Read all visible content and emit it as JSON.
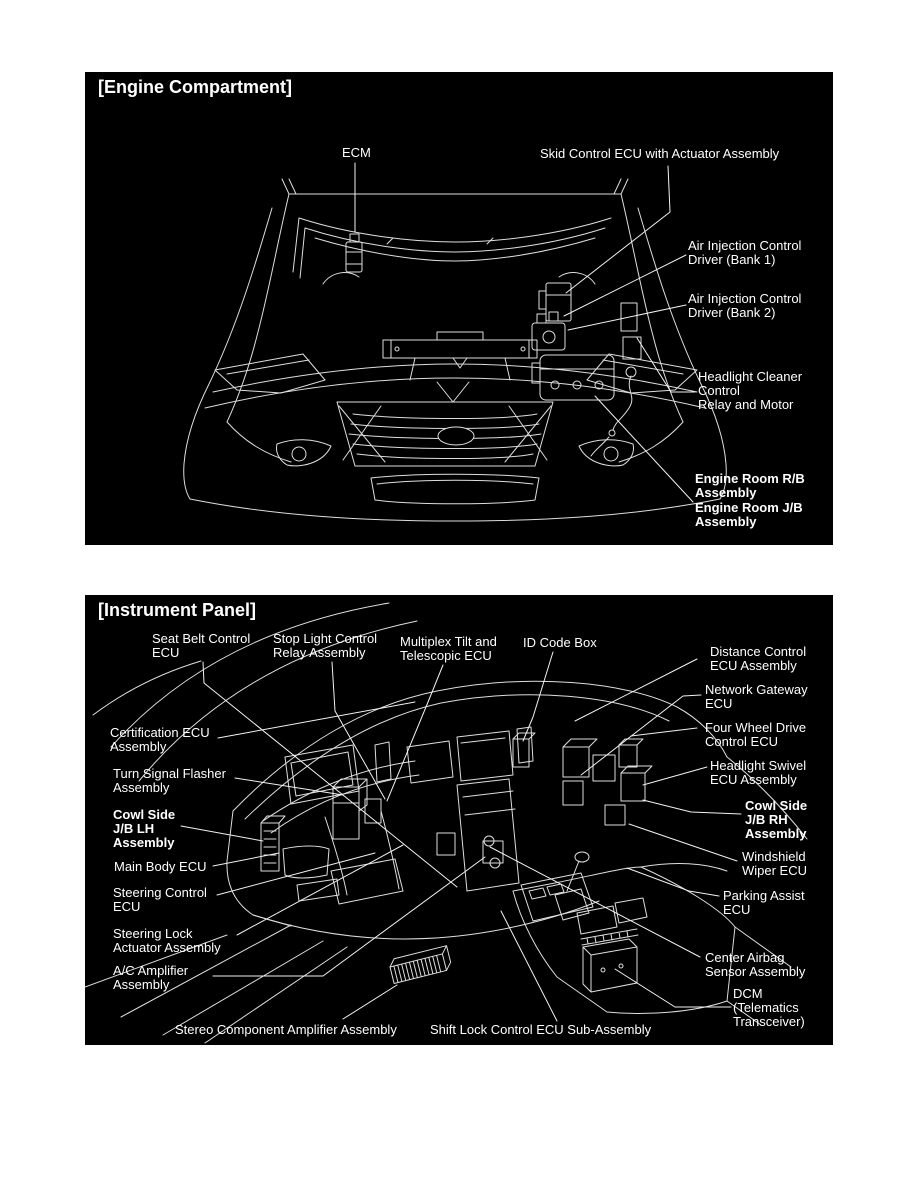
{
  "page": {
    "background": "#ffffff",
    "panel_background": "#000000",
    "text_color": "#ffffff",
    "line_color": "#e6e6e6"
  },
  "engine_compartment": {
    "title": "[Engine Compartment]",
    "labels": {
      "ecm": "ECM",
      "skid_control": "Skid Control ECU with Actuator Assembly",
      "air_injection_bank1": "Air Injection Control\nDriver (Bank 1)",
      "air_injection_bank2": "Air Injection Control\nDriver (Bank 2)",
      "headlight_cleaner": "Headlight Cleaner\nControl\nRelay and Motor",
      "engine_room_rb": "Engine Room R/B\nAssembly",
      "engine_room_jb": "Engine Room J/B\nAssembly"
    }
  },
  "instrument_panel": {
    "title": "[Instrument Panel]",
    "labels": {
      "seat_belt": "Seat Belt Control\nECU",
      "stop_light": "Stop Light Control\nRelay Assembly",
      "multiplex": "Multiplex Tilt and\nTelescopic ECU",
      "id_code_box": "ID Code Box",
      "distance_control": "Distance Control\nECU Assembly",
      "network_gateway": "Network Gateway\nECU",
      "four_wheel_drive": "Four Wheel Drive\nControl ECU",
      "headlight_swivel": "Headlight Swivel\nECU Assembly",
      "cowl_side_rh": "Cowl Side\nJ/B RH\nAssembly",
      "windshield_wiper": "Windshield\nWiper ECU",
      "parking_assist": "Parking Assist\nECU",
      "center_airbag": "Center Airbag\nSensor Assembly",
      "dcm": "DCM\n(Telematics\nTransceiver)",
      "certification": "Certification ECU\nAssembly",
      "turn_signal": "Turn Signal Flasher\nAssembly",
      "cowl_side_lh": "Cowl Side\nJ/B LH\nAssembly",
      "main_body": "Main Body ECU",
      "steering_control": "Steering Control\nECU",
      "steering_lock": "Steering Lock\nActuator Assembly",
      "ac_amplifier": "A/C Amplifier\nAssembly",
      "stereo_amplifier": "Stereo Component Amplifier Assembly",
      "shift_lock": "Shift Lock Control ECU Sub-Assembly"
    }
  }
}
